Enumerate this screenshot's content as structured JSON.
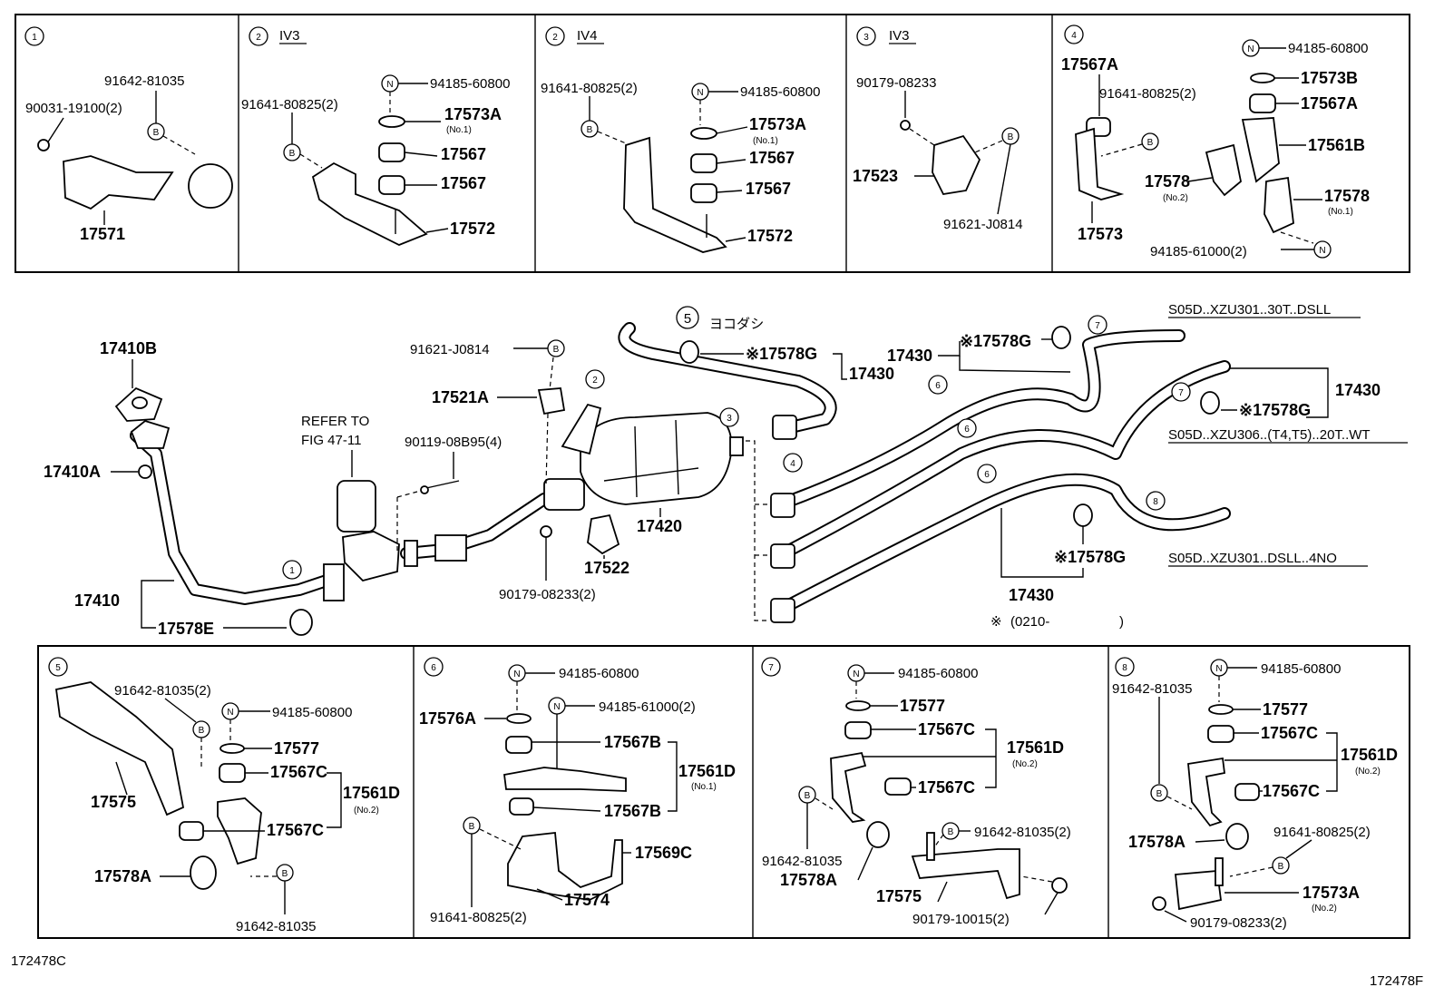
{
  "top_panels": [
    {
      "id": "p1",
      "num": "1",
      "variant": "",
      "labels": [
        "91642-81035",
        "90031-19100(2)",
        "17571"
      ],
      "markers": [
        "B"
      ]
    },
    {
      "id": "p2a",
      "num": "2",
      "variant": "IV3",
      "labels": [
        "91641-80825(2)",
        "94185-60800",
        "17573A",
        "(No.1)",
        "17567",
        "17567",
        "17572"
      ],
      "markers": [
        "B",
        "N"
      ]
    },
    {
      "id": "p2b",
      "num": "2",
      "variant": "IV4",
      "labels": [
        "91641-80825(2)",
        "94185-60800",
        "17573A",
        "(No.1)",
        "17567",
        "17567",
        "17572"
      ],
      "markers": [
        "B",
        "N"
      ]
    },
    {
      "id": "p3",
      "num": "3",
      "variant": "IV3",
      "labels": [
        "90179-08233",
        "17523",
        "91621-J0814"
      ],
      "markers": [
        "B"
      ]
    },
    {
      "id": "p4",
      "num": "4",
      "variant": "",
      "labels": [
        "17567A",
        "91641-80825(2)",
        "94185-60800",
        "17573B",
        "17567A",
        "17561B",
        "17578",
        "(No.2)",
        "17578",
        "(No.1)",
        "17573",
        "94185-61000(2)"
      ],
      "markers": [
        "N",
        "B",
        "N"
      ]
    }
  ],
  "main": {
    "refer_text": [
      "REFER TO",
      "FIG 47-11"
    ],
    "labels": {
      "l17410B": "17410B",
      "l17410A": "17410A",
      "l17410": "17410",
      "l17578E": "17578E",
      "l91621": "91621-J0814",
      "l17521A": "17521A",
      "l90119": "90119-08B95(4)",
      "l17420": "17420",
      "l17522": "17522",
      "l90179": "90179-08233(2)",
      "l17578G_1": "※17578G",
      "l17430_1": "17430",
      "l17430_2": "17430",
      "l17578G_2": "※17578G",
      "l17430_3": "17430",
      "l17578G_3": "※17578G",
      "l17578G_4": "※17578G",
      "l17430_4": "17430",
      "yokodashi": "ヨコダシ",
      "note_mark": "※",
      "note_date": "(0210-",
      "note_close": ")"
    },
    "callouts": [
      "1",
      "2",
      "3",
      "4",
      "5",
      "6",
      "6",
      "6",
      "7",
      "7",
      "8"
    ],
    "markers": [
      "B"
    ],
    "applicability": [
      "S05D..XZU301..30T..DSLL",
      "S05D..XZU306..(T4,T5)..20T..WT",
      "S05D..XZU301..DSLL..4NO"
    ]
  },
  "bottom_panels": [
    {
      "id": "p5",
      "num": "5",
      "labels": [
        "91642-81035(2)",
        "94185-60800",
        "17577",
        "17567C",
        "17561D",
        "(No.2)",
        "17567C",
        "17575",
        "17578A",
        "91642-81035"
      ],
      "markers": [
        "B",
        "N",
        "B"
      ]
    },
    {
      "id": "p6",
      "num": "6",
      "labels": [
        "94185-60800",
        "94185-61000(2)",
        "17576A",
        "17567B",
        "17561D",
        "(No.1)",
        "17567B",
        "17569C",
        "17574",
        "91641-80825(2)"
      ],
      "markers": [
        "N",
        "N",
        "B"
      ]
    },
    {
      "id": "p7",
      "num": "7",
      "labels": [
        "94185-60800",
        "17577",
        "17567C",
        "17561D",
        "(No.2)",
        "17567C",
        "91642-81035",
        "17578A",
        "91642-81035(2)",
        "17575",
        "90179-10015(2)"
      ],
      "markers": [
        "N",
        "B",
        "B"
      ]
    },
    {
      "id": "p8",
      "num": "8",
      "labels": [
        "91642-81035",
        "94185-60800",
        "17577",
        "17567C",
        "17561D",
        "(No.2)",
        "17567C",
        "17578A",
        "91641-80825(2)",
        "17573A",
        "(No.2)",
        "90179-08233(2)"
      ],
      "markers": [
        "N",
        "B",
        "B"
      ]
    }
  ],
  "footer": {
    "left_code": "172478C",
    "right_code": "172478F"
  }
}
